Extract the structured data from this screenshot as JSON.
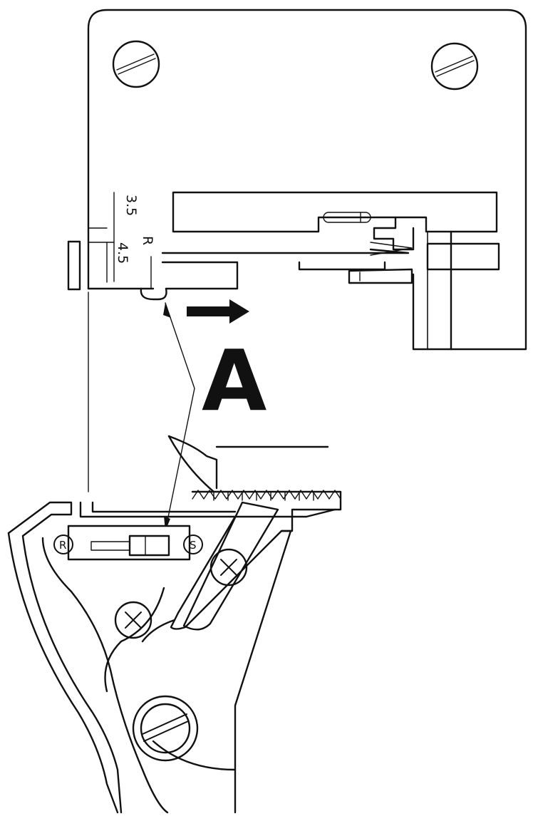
{
  "labels": {
    "view_letter": "A",
    "dim_top": "3.5",
    "dim_bottom": "4.5",
    "mark_r": "R",
    "circle_left": "R",
    "circle_right": "S"
  },
  "colors": {
    "line": "#111111",
    "background": "#ffffff"
  },
  "icons": {
    "direction_arrow": "arrow-right-icon",
    "screw": "slotted-screw-icon",
    "cross_screw": "cross-screw-icon"
  }
}
